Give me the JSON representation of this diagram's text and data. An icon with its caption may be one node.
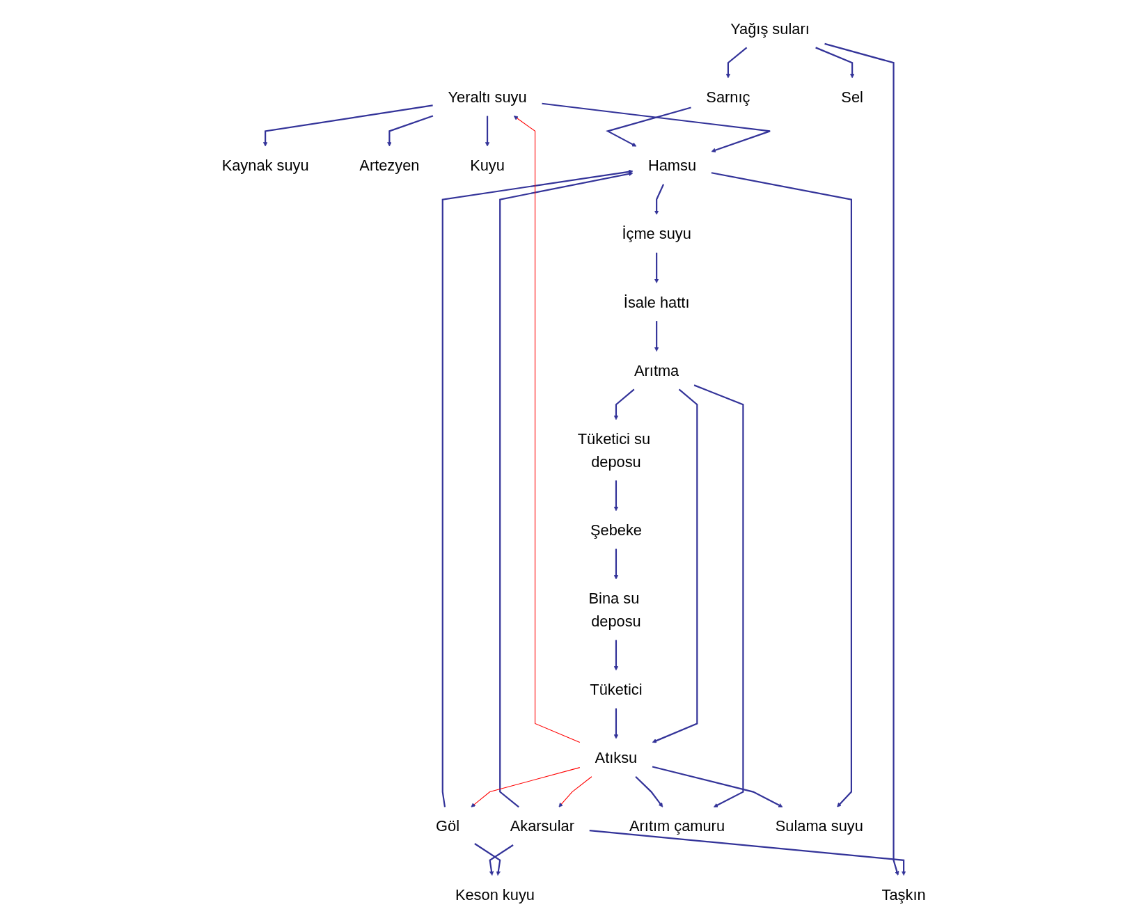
{
  "diagram": {
    "nodes": [
      {
        "text": [
          "Kaynak suyu"
        ]
      },
      {
        "text": [
          "Artezyen"
        ]
      },
      {
        "text": [
          "Yeraltı suyu"
        ]
      },
      {
        "text": [
          "Kuyu"
        ]
      },
      {
        "text": [
          "Arıtma"
        ]
      },
      {
        "text": [
          "Keson kuyu"
        ]
      },
      {
        "text": [
          "Hamsu"
        ]
      },
      {
        "text": [
          "İsale hattı"
        ]
      },
      {
        "text": [
          "Göl"
        ]
      },
      {
        "text": [
          "İçme suyu"
        ]
      },
      {
        "text": [
          "Tüketici su deposu"
        ]
      },
      {
        "text": [
          "Akarsular"
        ]
      },
      {
        "text": [
          "Sarnıç"
        ]
      },
      {
        "text": [
          "Şebeke"
        ]
      },
      {
        "text": [
          "Yağış suları"
        ]
      },
      {
        "text": [
          "Bina su deposu"
        ]
      },
      {
        "text": [
          "Arıtım çamuru"
        ]
      },
      {
        "text": [
          "Taşkın"
        ]
      },
      {
        "text": [
          "Sel"
        ]
      },
      {
        "text": [
          "Sulama suyu"
        ]
      },
      {
        "text": [
          "Tüketici"
        ]
      },
      {
        "text": [
          "Atıksu"
        ]
      }
    ],
    "edges": [
      {
        "from": 2,
        "to": 0,
        "arrow": "to"
      },
      {
        "from": 2,
        "to": 1,
        "arrow": "to"
      },
      {
        "from": 2,
        "to": 3,
        "arrow": "to"
      },
      {
        "from": 2,
        "to": 6,
        "arrow": "to"
      },
      {
        "from": 8,
        "to": 6,
        "arrow": "to"
      },
      {
        "from": 8,
        "to": 5,
        "arrow": "to"
      },
      {
        "from": 11,
        "to": 6,
        "arrow": "to"
      },
      {
        "from": 11,
        "to": 5,
        "arrow": "to"
      },
      {
        "from": 11,
        "to": 17,
        "arrow": "to"
      },
      {
        "from": 12,
        "to": 6,
        "arrow": "to"
      },
      {
        "from": 14,
        "to": 12,
        "arrow": "to"
      },
      {
        "from": 14,
        "to": 17,
        "arrow": "to"
      },
      {
        "from": 14,
        "to": 18,
        "arrow": "to"
      },
      {
        "from": 6,
        "to": 9,
        "arrow": "to"
      },
      {
        "from": 6,
        "to": 19,
        "arrow": "to"
      },
      {
        "from": 9,
        "to": 7,
        "arrow": "to"
      },
      {
        "from": 7,
        "to": 4,
        "arrow": "to"
      },
      {
        "from": 4,
        "to": 16,
        "arrow": "to"
      },
      {
        "from": 4,
        "to": 21,
        "arrow": "to"
      },
      {
        "from": 4,
        "to": 10,
        "arrow": "to"
      },
      {
        "from": 10,
        "to": 13,
        "arrow": "to"
      },
      {
        "from": 13,
        "to": 15,
        "arrow": "to"
      },
      {
        "from": 15,
        "to": 20,
        "arrow": "to"
      },
      {
        "from": 20,
        "to": 21,
        "arrow": "to"
      },
      {
        "from": 21,
        "to": 19,
        "arrow": "to"
      },
      {
        "from": 21,
        "to": 16,
        "arrow": "to"
      },
      {
        "from": 21,
        "to": 2,
        "arrow": "to",
        "color": "#ff0000"
      },
      {
        "from": 21,
        "to": 8,
        "arrow": "to",
        "color": "#ff0000"
      },
      {
        "from": 21,
        "to": 11,
        "arrow": "to",
        "color": "#ff0000"
      }
    ]
  }
}
